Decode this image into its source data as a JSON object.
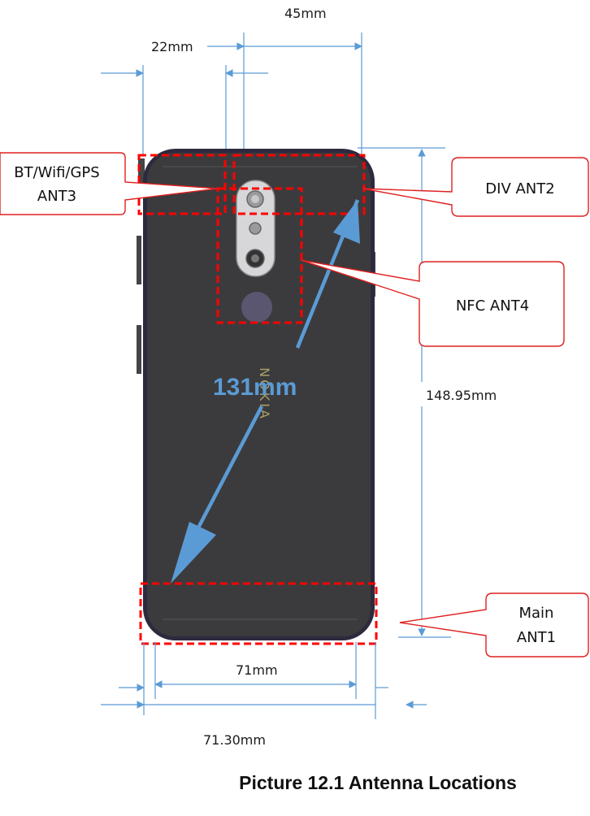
{
  "dimensions": {
    "width_45": "45mm",
    "width_22": "22mm",
    "height_148": "148.95mm",
    "diag_131": "131mm",
    "width_71": "71mm",
    "width_71_30": "71.30mm"
  },
  "callouts": {
    "bt_wifi_gps": {
      "line1": "BT/Wifi/GPS",
      "line2": "ANT3"
    },
    "div": {
      "line1": "DIV ANT2"
    },
    "nfc": {
      "line1": "NFC ANT4"
    },
    "main": {
      "line1": "Main",
      "line2": "ANT1"
    }
  },
  "phone": {
    "brand": "NOKIA"
  },
  "caption": "Picture 12.1 Antenna Locations",
  "colors": {
    "phone_body": "#3b3b3d",
    "phone_frame": "#2c2a3e",
    "antenna_box": "#ff0000",
    "callout_border": "#e02020",
    "dimension_arrow": "#5b9bd5",
    "logo": "#a89f6a"
  }
}
